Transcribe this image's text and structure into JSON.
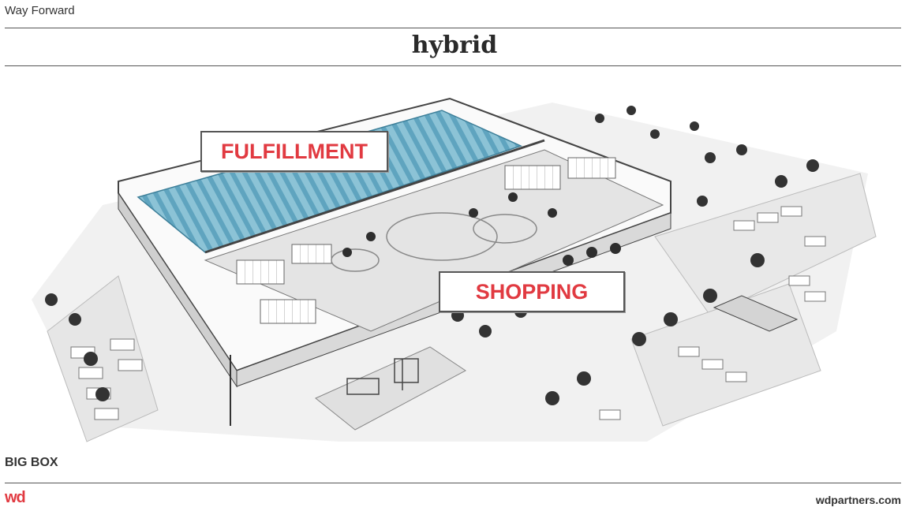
{
  "header": {
    "series_label": "Way Forward",
    "title": "hybrid"
  },
  "callouts": {
    "fulfillment": "FULFILLMENT",
    "shopping": "SHOPPING"
  },
  "footer": {
    "category": "BIG BOX",
    "logo": "wd",
    "website": "wdpartners.com"
  },
  "colors": {
    "accent": "#e13a41",
    "fulfillment_zone": "#7fb8cf"
  }
}
